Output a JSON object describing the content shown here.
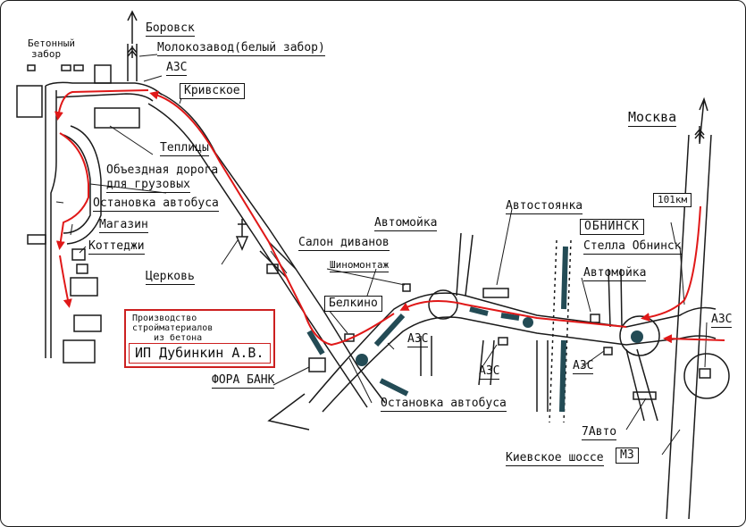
{
  "labels": {
    "borovsk": "Боровск",
    "betonny_zabor_1": "Бетонный",
    "betonny_zabor_2": "забор",
    "molokozavod": "Молокозавод(белый забор)",
    "azs_top": "АЗС",
    "krivskoe": "Кривское",
    "teplitsy": "Теплицы",
    "obezdnaya_1": "Объездная дорога",
    "obezdnaya_2": "для грузовых",
    "ostanovka_top": "Остановка автобуса",
    "magazin": "Магазин",
    "kottedzhi": "Коттеджи",
    "tserkov": "Церковь",
    "proizvodstvo_1": "Производство",
    "proizvodstvo_2": "стройматериалов",
    "proizvodstvo_3": "из бетона",
    "company": "ИП Дубинкин А.В.",
    "salon_divanov": "Салон диванов",
    "avtomoyka_center": "Автомойка",
    "shinomontazh": "Шиномонтаж",
    "belkino": "Белкино",
    "azs_center": "АЗС",
    "fora_bank": "ФОРА БАНК",
    "ostanovka_bottom": "Остановка автобуса",
    "avtostoyanka": "Автостоянка",
    "azs_lower_center": "АЗС",
    "moskva": "Москва",
    "km_101": "101км",
    "obninsk": "ОБНИНСК",
    "stella_obninsk": "Стелла Обнинск",
    "avtomoyka_right": "Автомойка",
    "azs_right_1": "АЗС",
    "azs_right_2": "АЗС",
    "avto_7": "7Авто",
    "kievskoe_shosse": "Киевское шоссе",
    "m3": "М3"
  },
  "colors": {
    "route": "#e01818",
    "road": "#1a1a1a",
    "stripe": "#234b55",
    "company_box": "#cc2020"
  },
  "icons": [
    "north-arrow-icon",
    "tree-icon",
    "church-cross-icon",
    "fuel-station-icon"
  ]
}
